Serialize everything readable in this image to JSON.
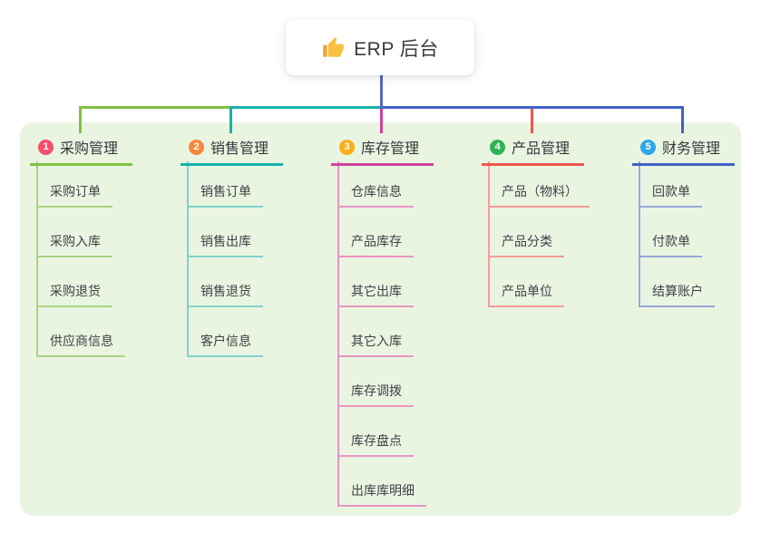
{
  "root": {
    "label": "ERP 后台",
    "icon": "thumbs-up-icon",
    "connector_color": "#5b66c2"
  },
  "panel": {
    "background_color": "#e9f5e1"
  },
  "branches": [
    {
      "number": "1",
      "label": "采购管理",
      "badge_color": "#f4506b",
      "line_color": "#82c040",
      "child_line_color": "#aad383",
      "children": [
        "采购订单",
        "采购入库",
        "采购退货",
        "供应商信息"
      ]
    },
    {
      "number": "2",
      "label": "销售管理",
      "badge_color": "#f8873e",
      "line_color": "#16b3ab",
      "child_line_color": "#80d2ca",
      "children": [
        "销售订单",
        "销售出库",
        "销售退货",
        "客户信息"
      ]
    },
    {
      "number": "3",
      "label": "库存管理",
      "badge_color": "#fbae19",
      "line_color": "#d0419c",
      "child_line_color": "#ea94c5",
      "children": [
        "仓库信息",
        "产品库存",
        "其它出库",
        "其它入库",
        "库存调拨",
        "库存盘点",
        "出库库明细"
      ]
    },
    {
      "number": "4",
      "label": "产品管理",
      "badge_color": "#30b453",
      "line_color": "#f2544e",
      "child_line_color": "#f59d97",
      "children": [
        "产品（物料）",
        "产品分类",
        "产品单位"
      ]
    },
    {
      "number": "5",
      "label": "财务管理",
      "badge_color": "#30a7e8",
      "line_color": "#4061c6",
      "child_line_color": "#99a8dc",
      "children": [
        "回款单",
        "付款单",
        "结算账户"
      ]
    }
  ]
}
